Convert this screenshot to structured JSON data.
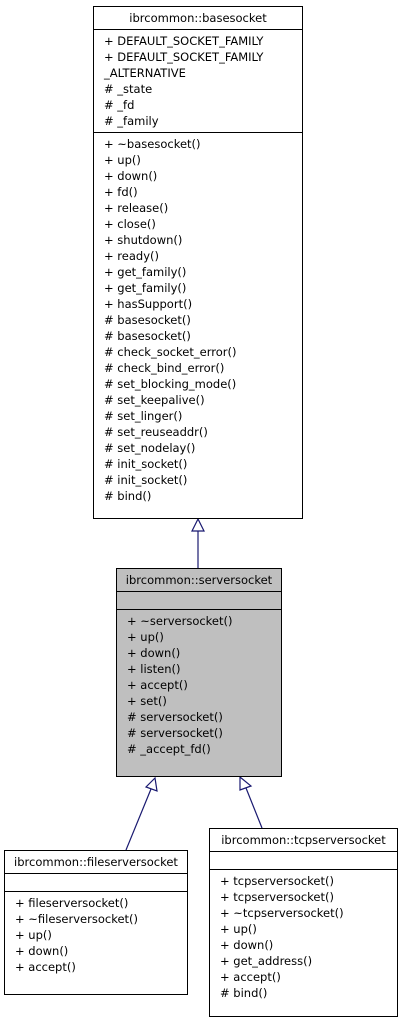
{
  "classes": {
    "basesocket": {
      "title": "ibrcommon::basesocket",
      "attributes": [
        "+ DEFAULT_SOCKET_FAMILY",
        "+ DEFAULT_SOCKET_FAMILY",
        "_ALTERNATIVE",
        "# _state",
        "# _fd",
        "# _family"
      ],
      "methods": [
        "+ ~basesocket()",
        "+ up()",
        "+ down()",
        "+ fd()",
        "+ release()",
        "+ close()",
        "+ shutdown()",
        "+ ready()",
        "+ get_family()",
        "+ get_family()",
        "+ hasSupport()",
        "# basesocket()",
        "# basesocket()",
        "# check_socket_error()",
        "# check_bind_error()",
        "# set_blocking_mode()",
        "# set_keepalive()",
        "# set_linger()",
        "# set_reuseaddr()",
        "# set_nodelay()",
        "# init_socket()",
        "# init_socket()",
        "# bind()"
      ]
    },
    "serversocket": {
      "title": "ibrcommon::serversocket",
      "attributes": [],
      "methods": [
        "+ ~serversocket()",
        "+ up()",
        "+ down()",
        "+ listen()",
        "+ accept()",
        "+ set()",
        "# serversocket()",
        "# serversocket()",
        "# _accept_fd()"
      ]
    },
    "fileserversocket": {
      "title": "ibrcommon::fileserversocket",
      "attributes": [],
      "methods": [
        "+ fileserversocket()",
        "+ ~fileserversocket()",
        "+ up()",
        "+ down()",
        "+ accept()"
      ]
    },
    "tcpserversocket": {
      "title": "ibrcommon::tcpserversocket",
      "attributes": [],
      "methods": [
        "+ tcpserversocket()",
        "+ tcpserversocket()",
        "+ ~tcpserversocket()",
        "+ up()",
        "+ down()",
        "+ get_address()",
        "+ accept()",
        "# bind()"
      ]
    }
  },
  "colors": {
    "focus_fill": "#bfbfbf",
    "arrow": "#191970",
    "border": "#000000"
  }
}
